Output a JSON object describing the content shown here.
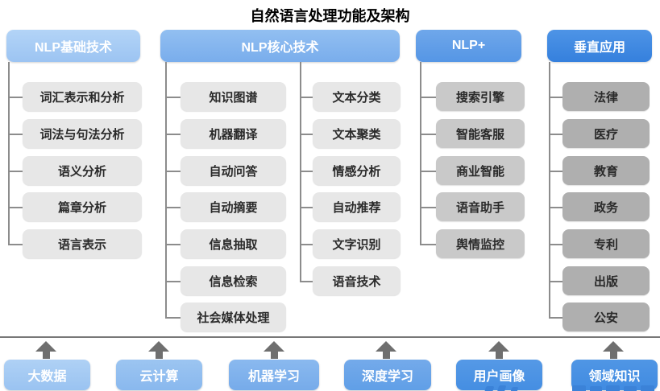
{
  "title": "自然语言处理功能及架构",
  "columns": [
    {
      "header": "NLP基础技术",
      "items": [
        "词汇表示和分析",
        "词法与句法分析",
        "语义分析",
        "篇章分析",
        "语言表示"
      ]
    },
    {
      "header": "NLP核心技术",
      "left_items": [
        "知识图谱",
        "机器翻译",
        "自动问答",
        "自动摘要",
        "信息抽取",
        "信息检索",
        "社会媒体处理"
      ],
      "right_items": [
        "文本分类",
        "文本聚类",
        "情感分析",
        "自动推荐",
        "文字识别",
        "语音技术"
      ]
    },
    {
      "header": "NLP+",
      "items": [
        "搜索引擎",
        "智能客服",
        "商业智能",
        "语音助手",
        "舆情监控"
      ]
    },
    {
      "header": "垂直应用",
      "items": [
        "法律",
        "医疗",
        "教育",
        "政务",
        "专利",
        "出版",
        "公安"
      ]
    }
  ],
  "foundation": {
    "items": [
      "大数据",
      "云计算",
      "机器学习",
      "深度学习",
      "用户画像",
      "领域知识"
    ]
  },
  "colors": {
    "header_basic": "#A5CBF4",
    "header_core": "#82B5EE",
    "header_nlp_plus": "#5F9DE7",
    "header_vertical": "#3E8AE0",
    "item_light_gray": "#E7E7E7",
    "item_medium_gray": "#C9C9C9",
    "item_dark_gray": "#AFAFAF",
    "foundation_boxes": [
      "#A4CAF3",
      "#90BCEF",
      "#7FB1EC",
      "#68A3E8",
      "#4D94E4",
      "#4890E2"
    ],
    "connector_line": "#8C8C8C",
    "arrow": "#6F6F6F",
    "watermark_blue": "#3B82D8"
  }
}
